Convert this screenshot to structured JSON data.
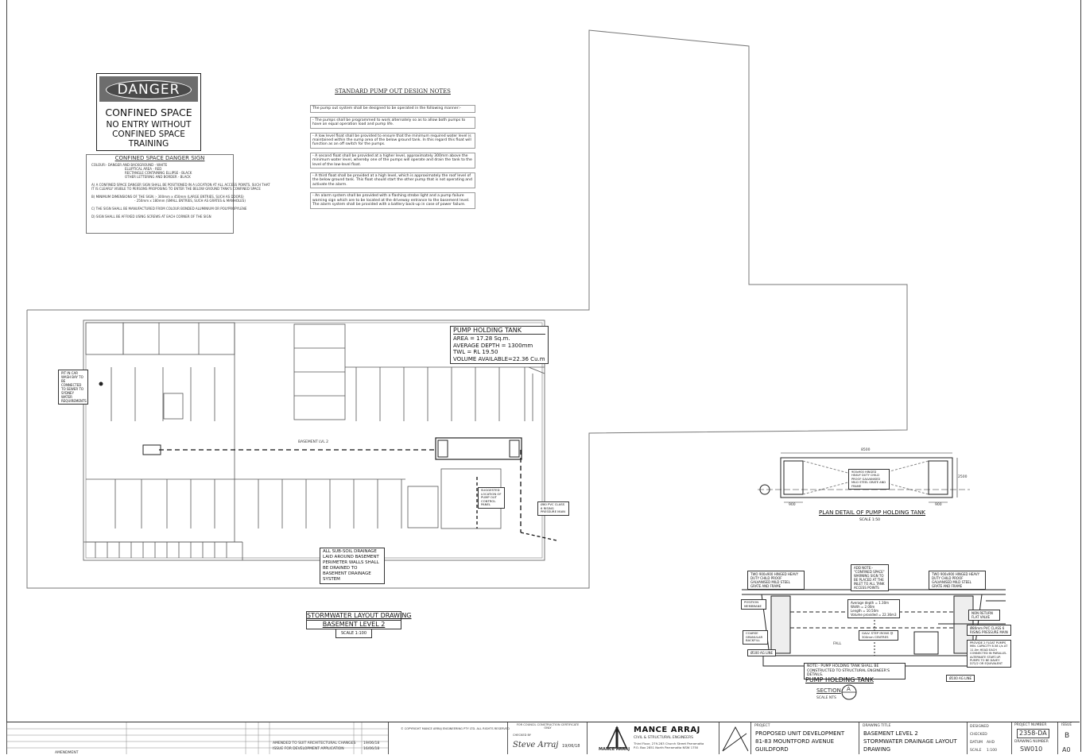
{
  "danger_sign": {
    "header": "DANGER",
    "line1": "CONFINED SPACE",
    "line2": "NO ENTRY WITHOUT",
    "line3": "CONFINED SPACE",
    "line4": "TRAINING"
  },
  "sign_spec": {
    "title": "CONFINED SPACE DANGER SIGN",
    "rows": [
      "COLOUR:-  DANGER AND BACKGROUND  - WHITE",
      "ELLIPTICAL AREA  - RED",
      "RECTANGLE CONTAINING ELLIPSE  - BLACK",
      "OTHER LETTERING AND BORDER  - BLACK",
      "A) A CONFINED SPACE DANGER SIGN SHALL BE POSITIONED IN A LOCATION AT ALL ACCESS POINTS, SUCH THAT",
      "IT IS CLEARLY VISIBLE TO PERSONS PROPOSING TO ENTER THE BELOW GROUND TANK'S CONFINED SPACE",
      "B) MINIMUM DIMENSIONS OF THE SIGN :- 300mm x 450mm (LARGE ENTRIES, SUCH AS DOORS)",
      "- 250mm x 180mm (SMALL ENTRIES, SUCH AS GRATES & MANHOLES)",
      "C) THE SIGN SHALL BE MANUFACTURED FROM COLOUR BONDED ALUMINIUM OR POLYPROPYLENE",
      "D) SIGN SHALL BE AFFIXED USING SCREWS AT EACH CORNER OF THE SIGN"
    ]
  },
  "design_notes": {
    "title": "STANDARD PUMP OUT DESIGN NOTES",
    "intro": "The pump out system shall be designed to be operated in the following manner:-",
    "items": [
      "- The pumps shall be programmed to work alternately so as to allow both pumps to have an equal operation load and pump life.",
      "- A low level float shall be provided to ensure that the minimum required water level is maintained within the sump area of the below ground tank. In this regard this float will function as an off switch for the pumps.",
      "- A second float shall be provided at a higher level, approximately 300mm above the minimum water level, whereby one of the pumps will operate and drain the tank to the level of the low-level float.",
      "- A third float shall be provided at a high level, which is approximately the roof level of the below ground tank. This float should start the other pump that is not operating and activate the alarm.",
      "- An alarm system shall be provided with a flashing strobe light and a pump failure warning sign which are to be located at the driveway entrance to the basement level. The alarm system shall be provided with a battery back-up in case of power failure."
    ]
  },
  "pump_tank_box": {
    "title": "PUMP HOLDING TANK",
    "lines": [
      "AREA = 17.28 Sq.m.",
      "AVERAGE DEPTH = 1300mm",
      "TWL = RL 19.50",
      "VOLUME AVAILABLE=22.36 Cu.m"
    ]
  },
  "plan_labels": {
    "pit_note": "PIT IN CAR WASH BAY TO BE CONNECTED TO SEWER TO SYDNEY WATER REQUIREMENTS",
    "subsoil_note": "ALL SUB-SOIL DRAINAGE LAID AROUND BASEMENT PERIMETER WALLS SHALL BE DRAINED TO BASEMENT DRAINAGE SYSTEM",
    "suggested_location": "SUGGESTED LOCATION OF PUMP OUT CONTROL PANEL",
    "rising_main": "Ø80 PVC CLASS 6 RISING PRESSURE MAIN",
    "ramp_label": "BASEMENT LVL 2"
  },
  "main_title": {
    "line1": "STORMWATER LAYOUT DRAWING",
    "line2": "BASEMENT LEVEL 2",
    "scale": "SCALE 1:100"
  },
  "tank_plan": {
    "dim_top": "8500",
    "dim_side": "2500",
    "dim_left": "900",
    "dim_right": "900",
    "grate_note": "900x900 HINGED HEAVY DUTY CHILD PROOF GALVANISED MILD STEEL GRATE AND FRAME",
    "title": "PLAN DETAIL OF PUMP HOLDING TANK",
    "scale": "SCALE 1:50"
  },
  "tank_section": {
    "grate_left": "TWO 900x900 HINGED HEAVY DUTY CHILD PROOF GALVANISED MILD STEEL GRATE AND FRAME",
    "add_note": "ADD NOTE:- \"CONFINED SPACE\" WARNING SIGN TO BE PLACED AT THE INLET TO ALL TANK ACCESS POINTS",
    "grate_right": "TWO 900x900 HINGED HEAVY DUTY CHILD PROOF GALVANISED MILD STEEL GRATE AND FRAME",
    "dims": [
      "Average depth = 1.30m",
      "Width = 2.00m",
      "Length = 10.50m",
      "Volume provided = 22.36m3"
    ],
    "valve": "NON RETURN FLAT VALVE",
    "pvc": "Ø80mm PVC CLASS 6 RISING PRESSURE MAIN",
    "pumps": "PROVIDE 2 FLOAT PUMPS MIN. CAPACITY 8.58 L/s AT 11.0m HEAD EACH CONNECTED IN PARALLEL ALTERNATE START-UP. PUMPS TO BE DAVEY D72/2 OR EQUIVALENT",
    "gravel": "COARSE GRANULAR BACKFILL",
    "pos_membrane": "POSITION MEMBRANE",
    "galv": "GALV. STEP IRONS @ 300mm CENTRES",
    "fall": "FALL",
    "ag_line_left": "Ø100 AG LINE",
    "ag_line_right": "Ø100 AG LINE",
    "note": "NOTE:- PUMP HOLDING TANK SHALL BE CONSTRUCTED TO STRUCTURAL ENGINEER'S DETAILS.",
    "title": "PUMP HOLDING TANK",
    "section": "SECTION",
    "section_letter": "A",
    "scale": "SCALE  NTS"
  },
  "title_block": {
    "rev_b": "AMENDED TO SUIT ARCHITECTURAL CHANGES",
    "rev_a": "ISSUE FOR DEVELOPMENT APPLICATION",
    "date_b": "19/06/18",
    "date_a": "16/06/18",
    "amendment_hd": "AMENDMENT",
    "copyright": "© COPYRIGHT MANCE ARRAJ ENGINEERING PTY LTD. ALL RIGHTS RESERVED",
    "status": "FOR COUNCIL CONSTRUCTION CERTIFICATE ONLY",
    "checked_by": "CHECKED BY",
    "signature": "Steve Arraj",
    "sig_date": "19/06/18",
    "firm": "MANCE  ARRAJ",
    "firm_sub": "CIVIL & STRUCTURAL ENGINEERS",
    "firm_addr": "Third Floor, 279-283 Church Street Parramatta",
    "firm_addr2": "P.O. Box 2851 North Parramatta NSW 1750",
    "logo_text": "MANCE ARRAJ",
    "project_hd": "PROJECT",
    "project": [
      "PROPOSED UNIT DEVELOPMENT",
      "81-83 MOUNTFORD AVENUE",
      "GUILDFORD"
    ],
    "drawing_hd": "DRAWING TITLE",
    "drawing": [
      "BASEMENT LEVEL 2",
      "STORMWATER DRAINAGE LAYOUT",
      "DRAWING"
    ],
    "designed": "DESIGNED",
    "checked": "CHECKED",
    "datum": "DATUM",
    "datum_val": "AHD",
    "scale_hd": "SCALE",
    "scale_val": "1:100",
    "project_no_hd": "PROJECT NUMBER",
    "project_no": "2358-DA",
    "drawing_no_hd": "DRAWING NUMBER",
    "drawing_no": "SW010",
    "issue_hd": "ISSUE",
    "issue": "B",
    "size": "A0"
  }
}
